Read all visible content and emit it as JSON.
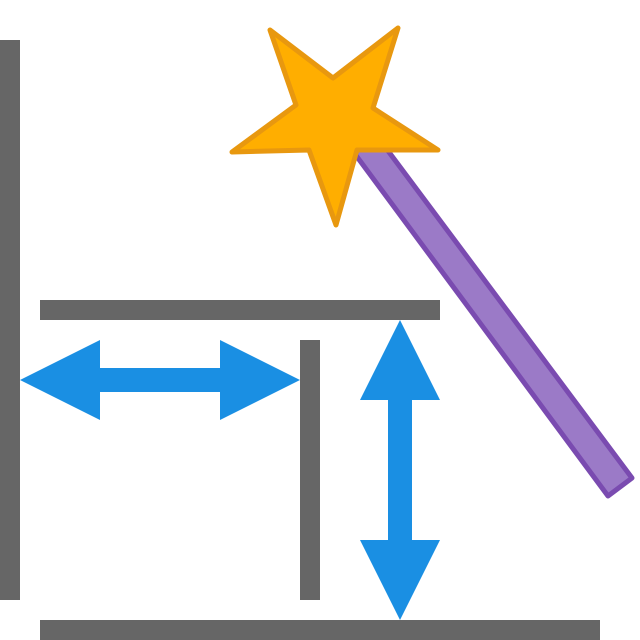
{
  "icon": {
    "name": "auto-spacing-magic-wand-icon",
    "parts": [
      "guide-bars",
      "horizontal-double-arrow",
      "vertical-double-arrow",
      "magic-wand",
      "star"
    ]
  },
  "colors": {
    "background": "#ffffff",
    "guide_bar": "#666666",
    "arrow": "#1a8fe3",
    "wand_fill": "#9b7ac7",
    "wand_stroke": "#7a4bb0",
    "star_fill": "#ffae00",
    "star_stroke": "#e8980f"
  }
}
